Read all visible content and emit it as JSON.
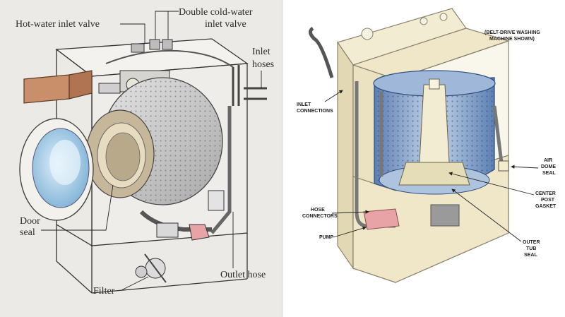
{
  "front_loader": {
    "labels": {
      "hot_water_inlet_valve": "Hot-water inlet valve",
      "double_cold_water_inlet_valve_line1": "Double cold-water",
      "double_cold_water_inlet_valve_line2": "inlet valve",
      "inlet_hoses_line1": "Inlet",
      "inlet_hoses_line2": "hoses",
      "door_seal_line1": "Door",
      "door_seal_line2": "seal",
      "outlet_hose": "Outlet hose",
      "filter": "Filter"
    }
  },
  "top_loader": {
    "labels": {
      "belt_drive_line1": "(BELT-DRIVE WASHING",
      "belt_drive_line2": "MACHINE SHOWN)",
      "inlet_connections_line1": "INLET",
      "inlet_connections_line2": "CONNECTIONS",
      "air_dome_seal_line1": "AIR",
      "air_dome_seal_line2": "DOME",
      "air_dome_seal_line3": "SEAL",
      "hose_connectors_line1": "HOSE",
      "hose_connectors_line2": "CONNECTORS",
      "center_post_gasket_line1": "CENTER",
      "center_post_gasket_line2": "POST",
      "center_post_gasket_line3": "GASKET",
      "pump": "PUMP",
      "outer_tub_seal_line1": "OUTER",
      "outer_tub_seal_line2": "TUB",
      "outer_tub_seal_line3": "SEAL"
    }
  },
  "colors": {
    "background": "#ffffff",
    "left_panel_bg": "#eceae6",
    "cabinet_cream": "#efe7c8",
    "tub_blue": "#7f9fca",
    "drum_grey": "#c9c9c9",
    "detergent_drawer": "#c88f6a",
    "pump_pink": "#e8a3a6"
  }
}
